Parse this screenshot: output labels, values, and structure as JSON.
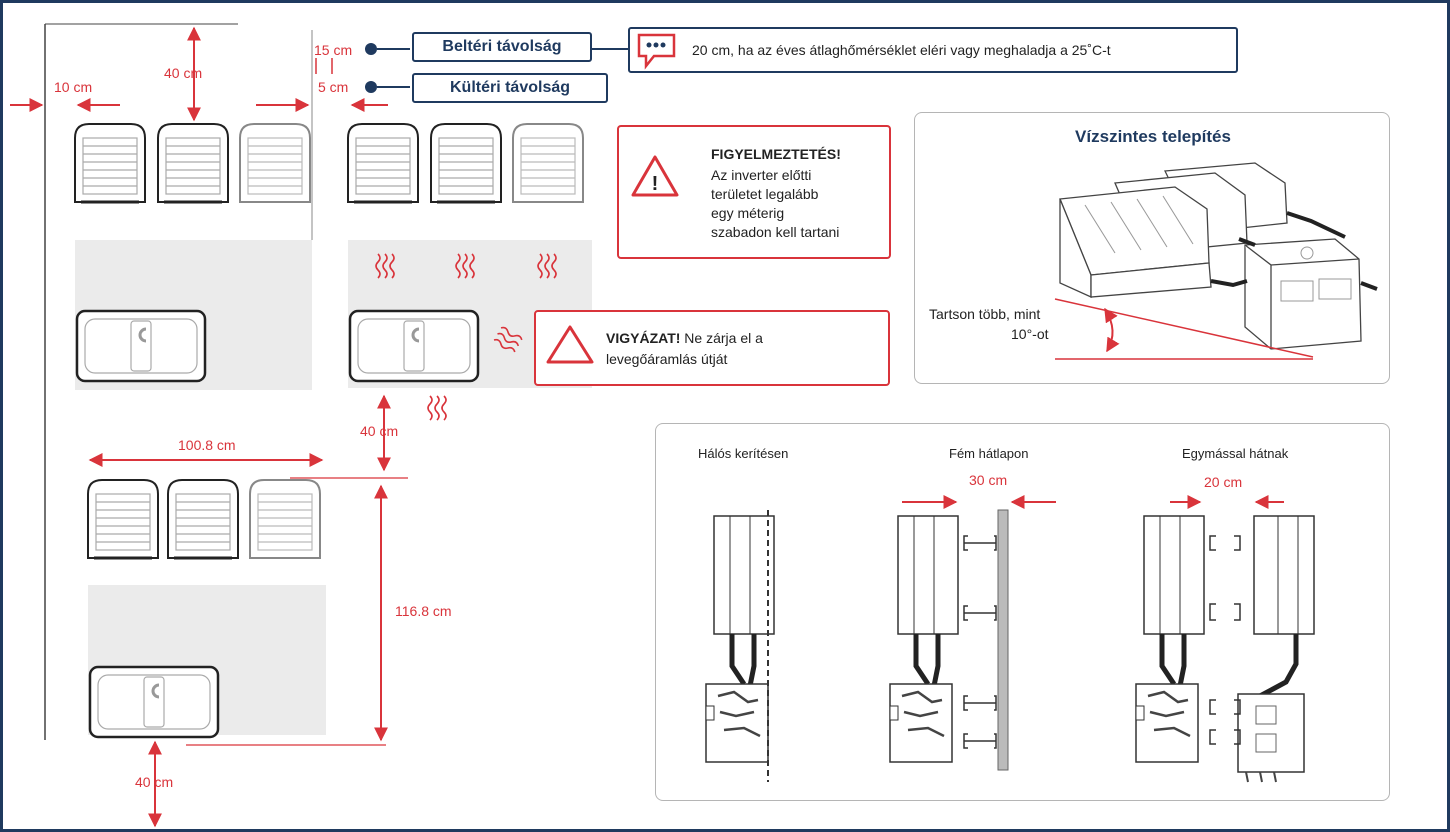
{
  "labels": {
    "indoor": "Beltéri távolság",
    "outdoor": "Kültéri távolság",
    "note": "20 cm, ha az éves átlaghőmérséklet eléri vagy meghaladja a 25˚C-t"
  },
  "dims": {
    "d15": "15 cm",
    "d5": "5 cm",
    "d10": "10 cm",
    "d40top": "40 cm",
    "d40mid": "40 cm",
    "d40bottom": "40 cm",
    "d100": "100.8 cm",
    "d116": "116.8 cm"
  },
  "warning": {
    "title": "FIGYELMEZTETÉS!",
    "lines": [
      "Az inverter előtti",
      "területet legalább",
      "egy méterig",
      "szabadon kell tartani"
    ]
  },
  "caution": {
    "title": "VIGYÁZAT!",
    "line1_rest": " Ne zárja el a",
    "line2": "levegőáramlás  útját"
  },
  "horizontal": {
    "title": "Vízszintes telepítés",
    "angle_line1": "Tartson több, mint",
    "angle_line2": "10°-ot"
  },
  "mounting": {
    "mesh": "Hálós kerítésen",
    "metal": "Fém hátlapon",
    "metal_dim": "30 cm",
    "back": "Egymással hátnak",
    "back_dim": "20 cm"
  },
  "colors": {
    "accent_red": "#d9343b",
    "navy": "#1f3a5f",
    "zone_gray": "#ebebeb"
  }
}
